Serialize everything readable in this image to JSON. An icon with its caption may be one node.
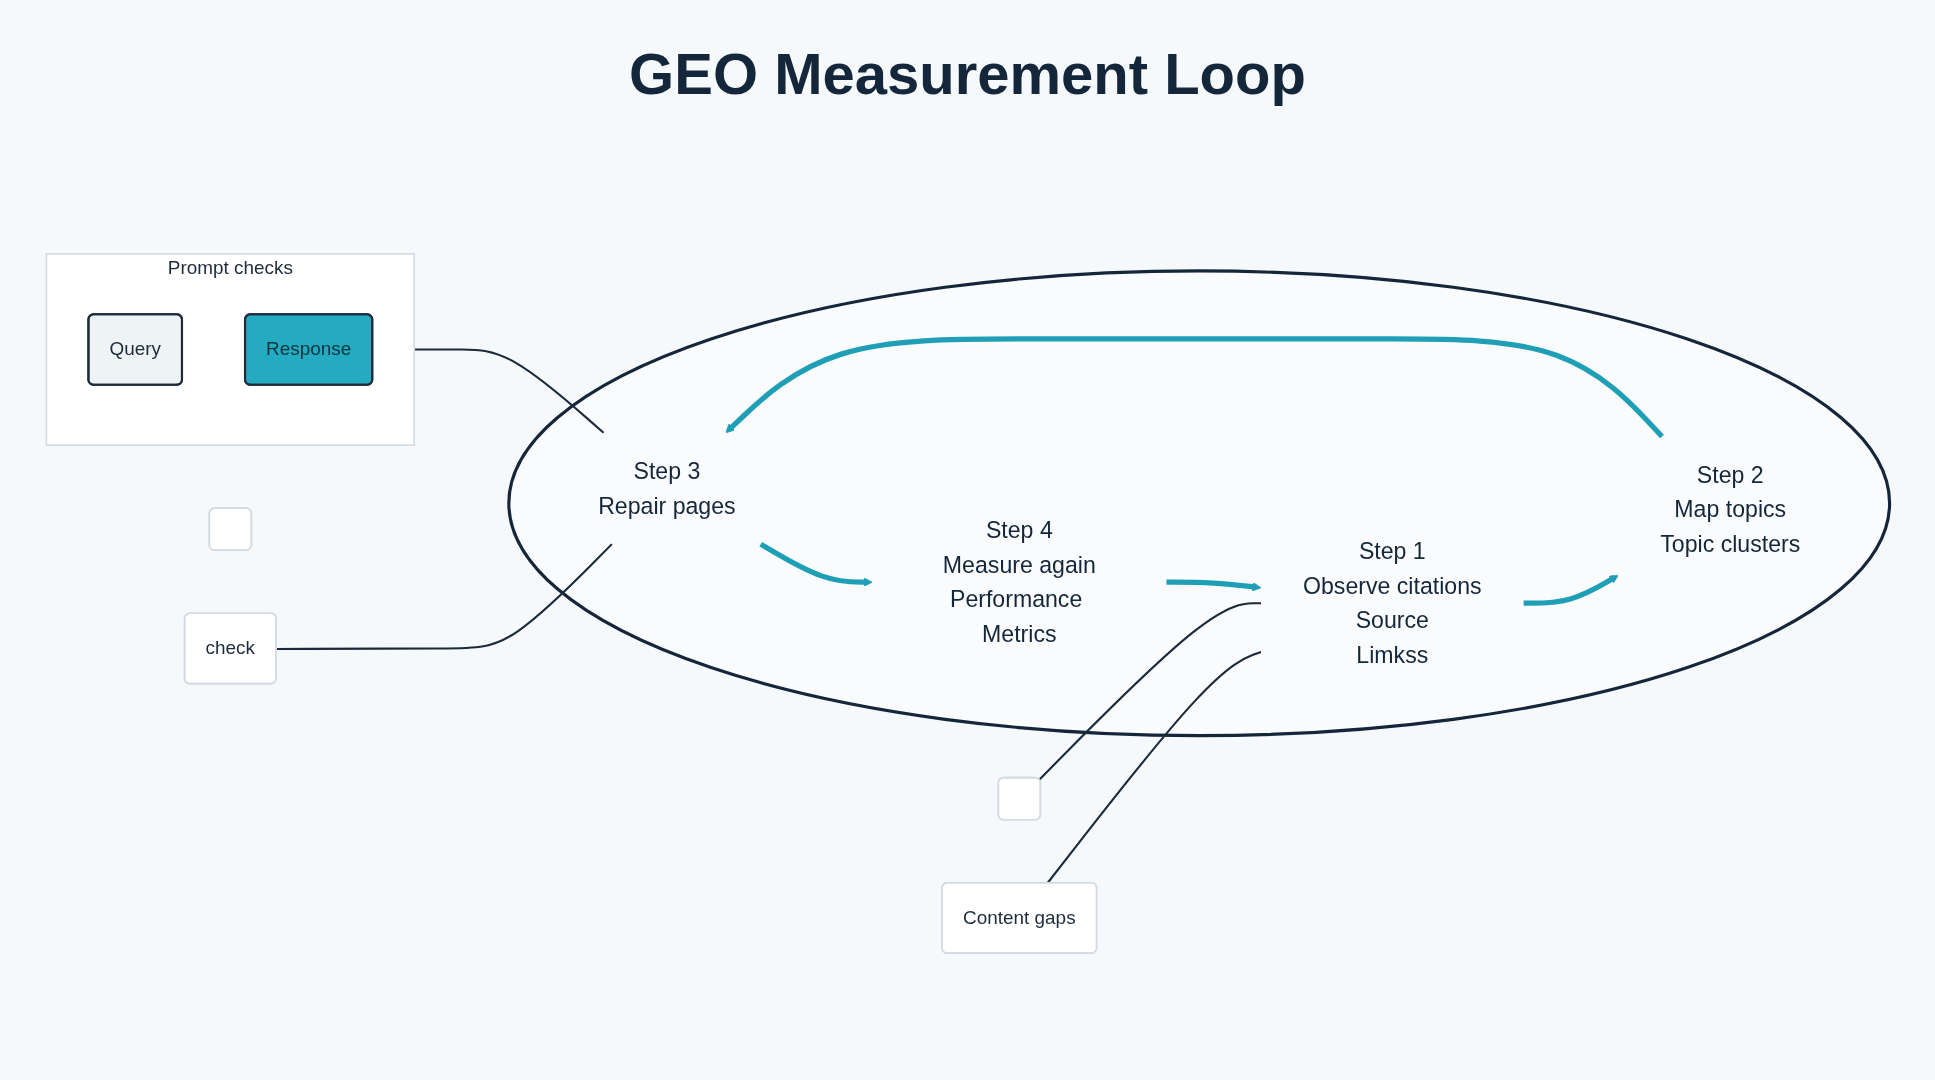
{
  "diagram": {
    "title": "GEO Measurement Loop",
    "nodes": [
      {
        "text": [],
        "shape": "circle"
      },
      {
        "text": [
          "Step 1",
          "Observe citations",
          "Source",
          "Limkss"
        ],
        "in": 0
      },
      {
        "text": [
          "Step 2",
          "Map topics",
          "Topic clusters"
        ],
        "in": 0
      },
      {
        "text": [
          "Step 3",
          "Repair pages"
        ],
        "in": 0
      },
      {
        "text": [
          "Step 4",
          "Measure again",
          "Performance Metrics"
        ],
        "in": 0
      },
      {
        "text": [],
        "shape": "box"
      },
      {
        "text": [
          "Content gaps"
        ]
      },
      {
        "text": [],
        "shape": "box"
      },
      {
        "text": [
          "check"
        ]
      },
      {
        "text": [
          "Prompt checks"
        ]
      },
      {
        "text": [
          "Query"
        ],
        "in": 9
      },
      {
        "text": [
          "Response"
        ],
        "in": 9
      }
    ],
    "edges": [
      {
        "from": 1,
        "to": 2,
        "arrow": "to",
        "style": "thick",
        "color": "#1f9fb6"
      },
      {
        "from": 2,
        "to": 3,
        "arrow": "to",
        "style": "thick",
        "color": "#1f9fb6"
      },
      {
        "from": 3,
        "to": 4,
        "arrow": "to",
        "style": "thick",
        "color": "#1f9fb6"
      },
      {
        "from": 4,
        "to": 1,
        "arrow": "to",
        "style": "thick",
        "color": "#1f9fb6"
      },
      {
        "from": 6,
        "to": 1,
        "arrow": "none",
        "color": "#1b2a3a"
      },
      {
        "from": 5,
        "to": 1,
        "arrow": "none",
        "color": "#1b2a3a"
      },
      {
        "from": 8,
        "to": 3,
        "arrow": "none",
        "color": "#1b2a3a"
      },
      {
        "from": 9,
        "to": 3,
        "arrow": "none",
        "color": "#1b2a3a"
      }
    ]
  }
}
